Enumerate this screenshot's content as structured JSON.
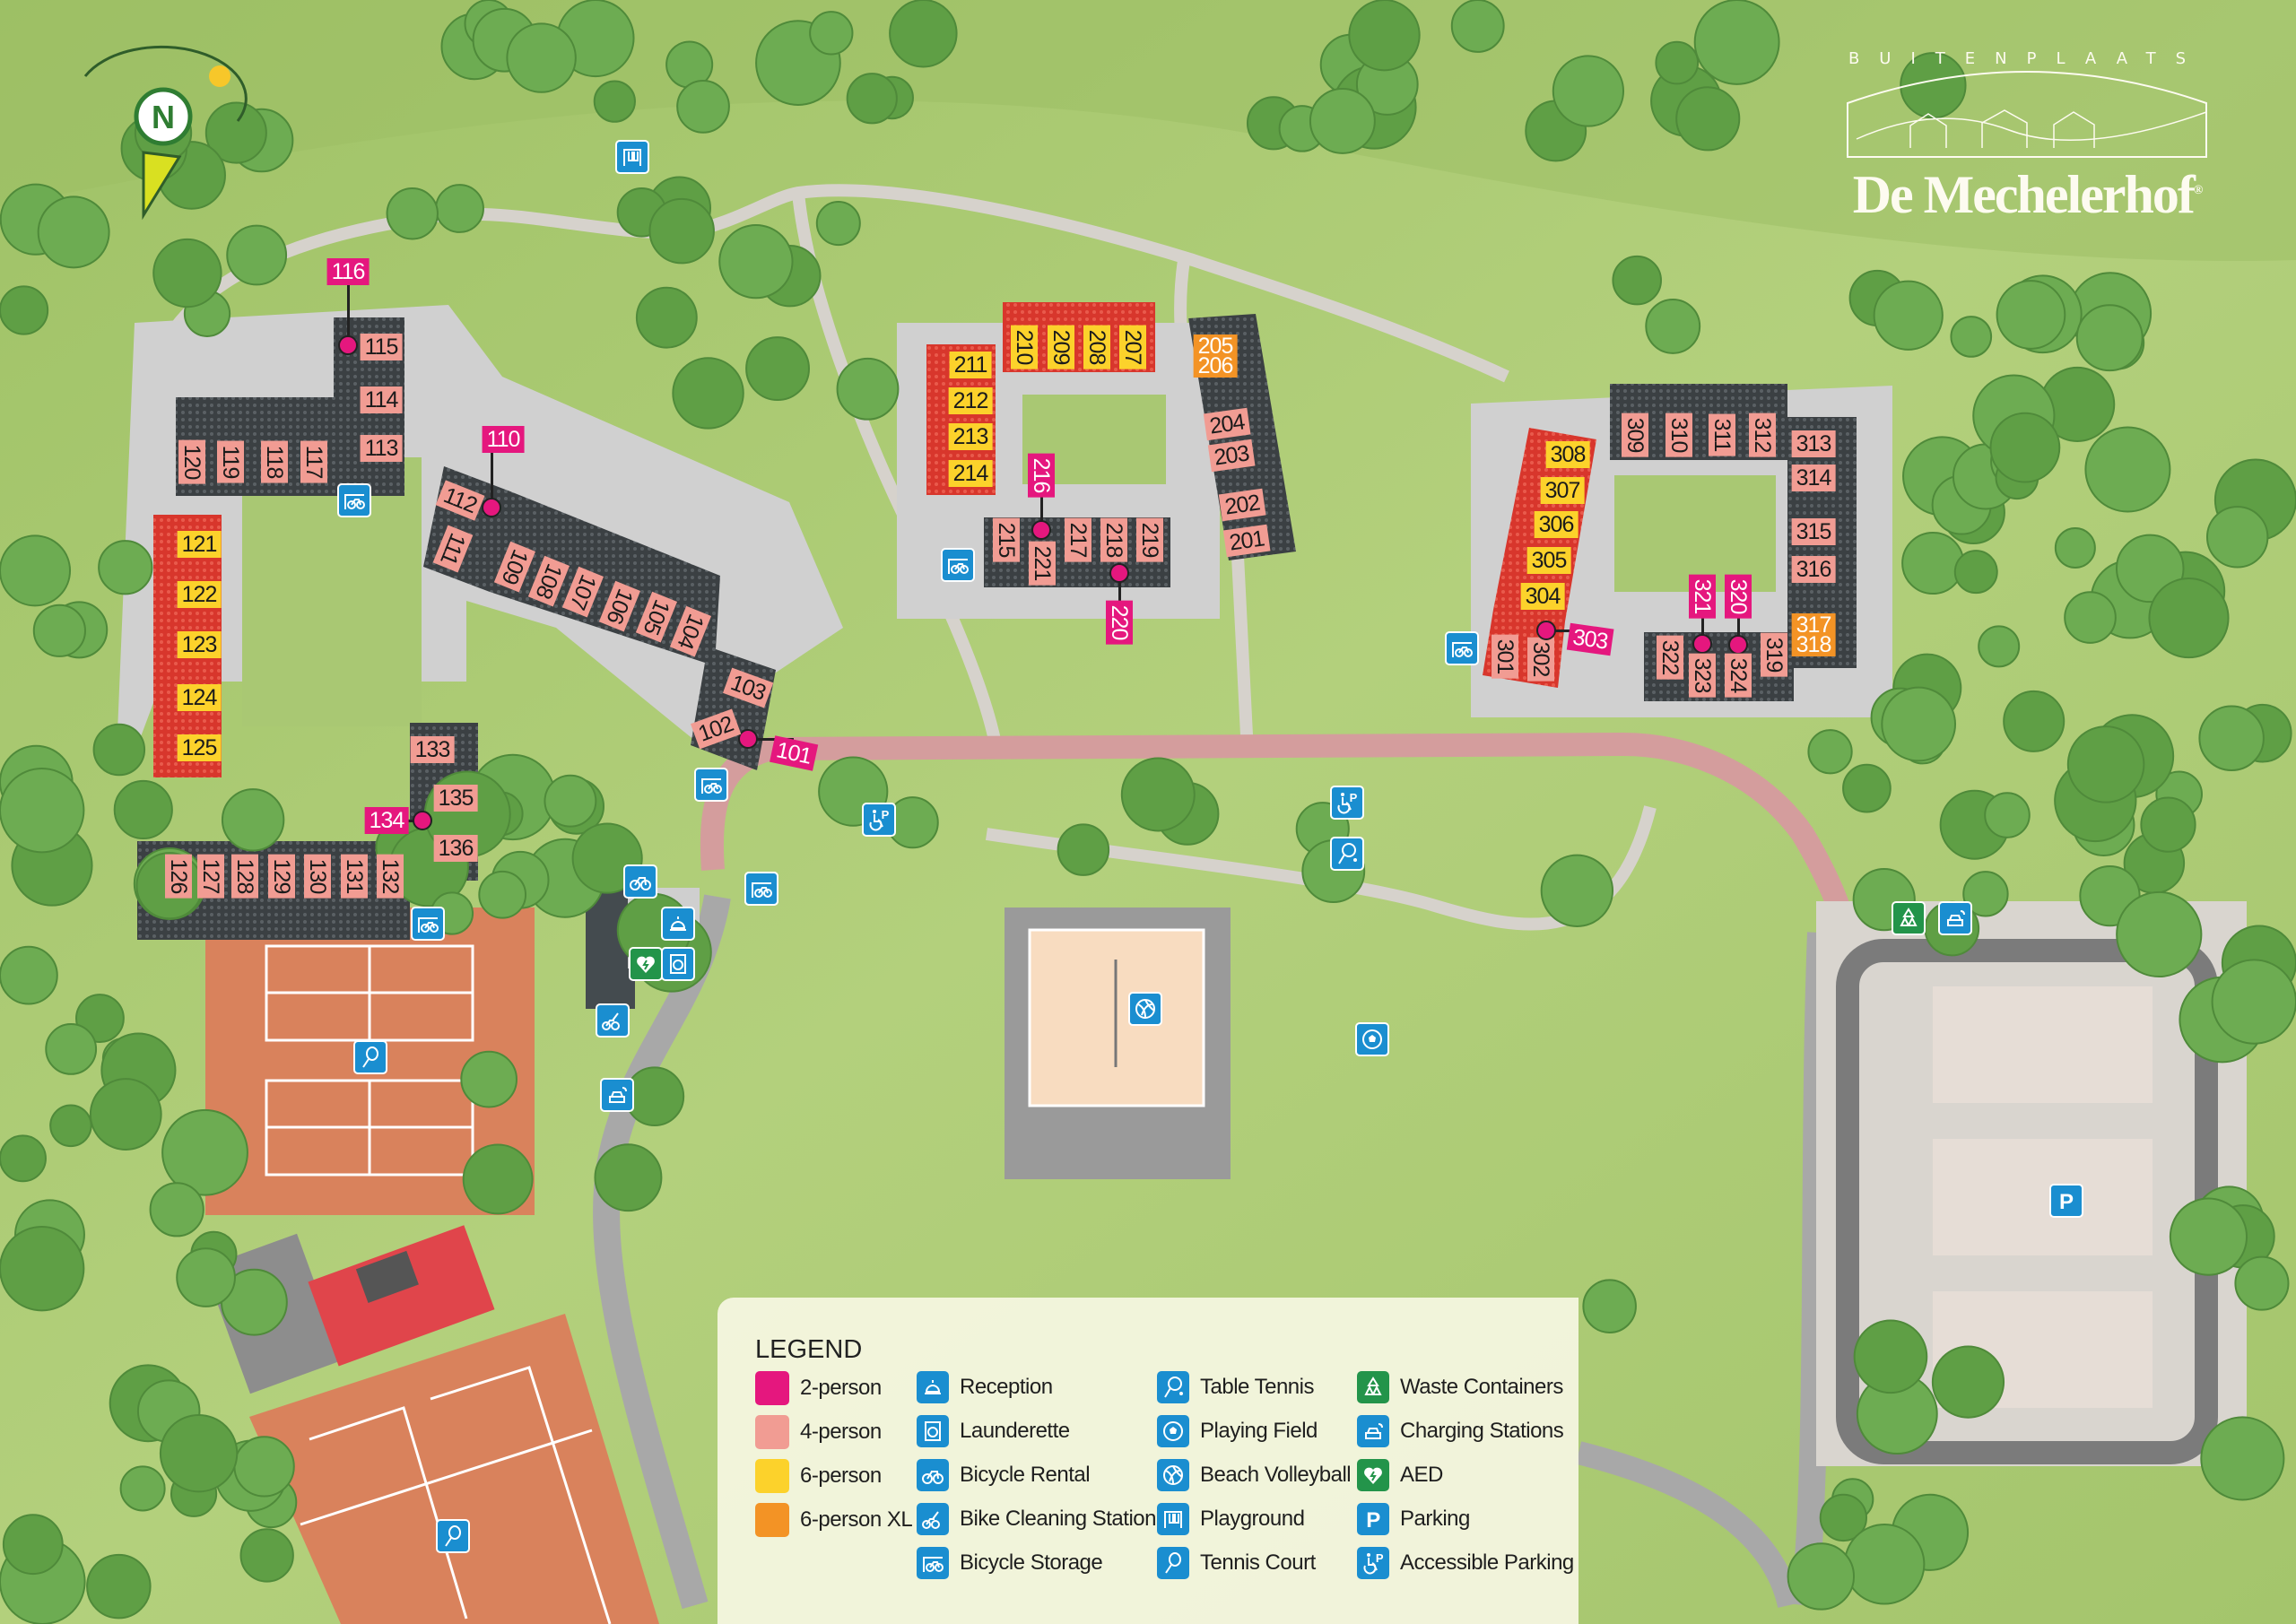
{
  "logo": {
    "arc_text": "BUITENPLAATS",
    "name": "De Mechelerhof",
    "mark": "®"
  },
  "compass": {
    "letter": "N"
  },
  "colors": {
    "2-person": "#e5177e",
    "4-person": "#f19c93",
    "6-person": "#fcd22b",
    "6-person-xl": "#f39325",
    "icon_blue": "#1a8ed0",
    "icon_green": "#23944a",
    "road": "#d9a4a4",
    "grass": "#a9c873"
  },
  "units": [
    {
      "label": "101",
      "type": "2"
    },
    {
      "label": "102",
      "type": "4"
    },
    {
      "label": "103",
      "type": "4"
    },
    {
      "label": "104",
      "type": "4"
    },
    {
      "label": "105",
      "type": "4"
    },
    {
      "label": "106",
      "type": "4"
    },
    {
      "label": "107",
      "type": "4"
    },
    {
      "label": "108",
      "type": "4"
    },
    {
      "label": "109",
      "type": "4"
    },
    {
      "label": "110",
      "type": "2"
    },
    {
      "label": "111",
      "type": "4"
    },
    {
      "label": "112",
      "type": "4"
    },
    {
      "label": "113",
      "type": "4"
    },
    {
      "label": "114",
      "type": "4"
    },
    {
      "label": "115",
      "type": "4"
    },
    {
      "label": "116",
      "type": "2"
    },
    {
      "label": "117",
      "type": "4"
    },
    {
      "label": "118",
      "type": "4"
    },
    {
      "label": "119",
      "type": "4"
    },
    {
      "label": "120",
      "type": "4"
    },
    {
      "label": "121",
      "type": "6"
    },
    {
      "label": "122",
      "type": "6"
    },
    {
      "label": "123",
      "type": "6"
    },
    {
      "label": "124",
      "type": "6"
    },
    {
      "label": "125",
      "type": "6"
    },
    {
      "label": "126",
      "type": "4"
    },
    {
      "label": "127",
      "type": "4"
    },
    {
      "label": "128",
      "type": "4"
    },
    {
      "label": "129",
      "type": "4"
    },
    {
      "label": "130",
      "type": "4"
    },
    {
      "label": "131",
      "type": "4"
    },
    {
      "label": "132",
      "type": "4"
    },
    {
      "label": "133",
      "type": "4"
    },
    {
      "label": "134",
      "type": "2"
    },
    {
      "label": "135",
      "type": "4"
    },
    {
      "label": "136",
      "type": "4"
    },
    {
      "label": "201",
      "type": "4"
    },
    {
      "label": "202",
      "type": "4"
    },
    {
      "label": "203",
      "type": "4"
    },
    {
      "label": "204",
      "type": "4"
    },
    {
      "label": "205\n206",
      "type": "xl"
    },
    {
      "label": "207",
      "type": "6"
    },
    {
      "label": "208",
      "type": "6"
    },
    {
      "label": "209",
      "type": "6"
    },
    {
      "label": "210",
      "type": "6"
    },
    {
      "label": "211",
      "type": "6"
    },
    {
      "label": "212",
      "type": "6"
    },
    {
      "label": "213",
      "type": "6"
    },
    {
      "label": "214",
      "type": "6"
    },
    {
      "label": "215",
      "type": "4"
    },
    {
      "label": "216",
      "type": "2"
    },
    {
      "label": "217",
      "type": "4"
    },
    {
      "label": "218",
      "type": "4"
    },
    {
      "label": "219",
      "type": "4"
    },
    {
      "label": "220",
      "type": "2"
    },
    {
      "label": "221",
      "type": "4"
    },
    {
      "label": "301",
      "type": "4"
    },
    {
      "label": "302",
      "type": "4"
    },
    {
      "label": "303",
      "type": "2"
    },
    {
      "label": "304",
      "type": "6"
    },
    {
      "label": "305",
      "type": "6"
    },
    {
      "label": "306",
      "type": "6"
    },
    {
      "label": "307",
      "type": "6"
    },
    {
      "label": "308",
      "type": "6"
    },
    {
      "label": "309",
      "type": "4"
    },
    {
      "label": "310",
      "type": "4"
    },
    {
      "label": "311",
      "type": "4"
    },
    {
      "label": "312",
      "type": "4"
    },
    {
      "label": "313",
      "type": "4"
    },
    {
      "label": "314",
      "type": "4"
    },
    {
      "label": "315",
      "type": "4"
    },
    {
      "label": "316",
      "type": "4"
    },
    {
      "label": "317\n318",
      "type": "xl"
    },
    {
      "label": "319",
      "type": "4"
    },
    {
      "label": "320",
      "type": "2"
    },
    {
      "label": "321",
      "type": "2"
    },
    {
      "label": "322",
      "type": "4"
    },
    {
      "label": "323",
      "type": "4"
    },
    {
      "label": "324",
      "type": "4"
    }
  ],
  "map_icons": [
    {
      "icon": "playground"
    },
    {
      "icon": "bicycle-storage"
    },
    {
      "icon": "bicycle-storage"
    },
    {
      "icon": "bicycle-storage"
    },
    {
      "icon": "bicycle-storage"
    },
    {
      "icon": "bicycle-storage"
    },
    {
      "icon": "bicycle-storage"
    },
    {
      "icon": "bicycle-rental"
    },
    {
      "icon": "reception"
    },
    {
      "icon": "aed"
    },
    {
      "icon": "launderette"
    },
    {
      "icon": "bike-cleaning"
    },
    {
      "icon": "charging"
    },
    {
      "icon": "bicycle-storage"
    },
    {
      "icon": "accessible-parking"
    },
    {
      "icon": "accessible-parking"
    },
    {
      "icon": "table-tennis"
    },
    {
      "icon": "beach-volleyball"
    },
    {
      "icon": "playing-field"
    },
    {
      "icon": "waste"
    },
    {
      "icon": "charging"
    },
    {
      "icon": "tennis"
    },
    {
      "icon": "tennis"
    },
    {
      "icon": "parking"
    }
  ],
  "legend": {
    "title": "LEGEND",
    "accommodation": [
      {
        "label": "2-person",
        "color": "#e5177e"
      },
      {
        "label": "4-person",
        "color": "#f19c93"
      },
      {
        "label": "6-person",
        "color": "#fcd22b"
      },
      {
        "label": "6-person XL",
        "color": "#f39325"
      }
    ],
    "facilities": [
      [
        {
          "label": "Reception",
          "icon": "reception"
        },
        {
          "label": "Launderette",
          "icon": "launderette"
        },
        {
          "label": "Bicycle Rental",
          "icon": "bicycle-rental"
        },
        {
          "label": "Bike Cleaning Station",
          "icon": "bike-cleaning"
        },
        {
          "label": "Bicycle Storage",
          "icon": "bicycle-storage"
        }
      ],
      [
        {
          "label": "Table Tennis",
          "icon": "table-tennis"
        },
        {
          "label": "Playing Field",
          "icon": "playing-field"
        },
        {
          "label": "Beach Volleyball",
          "icon": "beach-volleyball"
        },
        {
          "label": "Playground",
          "icon": "playground"
        },
        {
          "label": "Tennis Court",
          "icon": "tennis"
        }
      ],
      [
        {
          "label": "Waste Containers",
          "icon": "waste"
        },
        {
          "label": "Charging Stations",
          "icon": "charging"
        },
        {
          "label": "AED",
          "icon": "aed"
        },
        {
          "label": "Parking",
          "icon": "parking"
        },
        {
          "label": "Accessible Parking",
          "icon": "accessible-parking"
        }
      ]
    ]
  }
}
